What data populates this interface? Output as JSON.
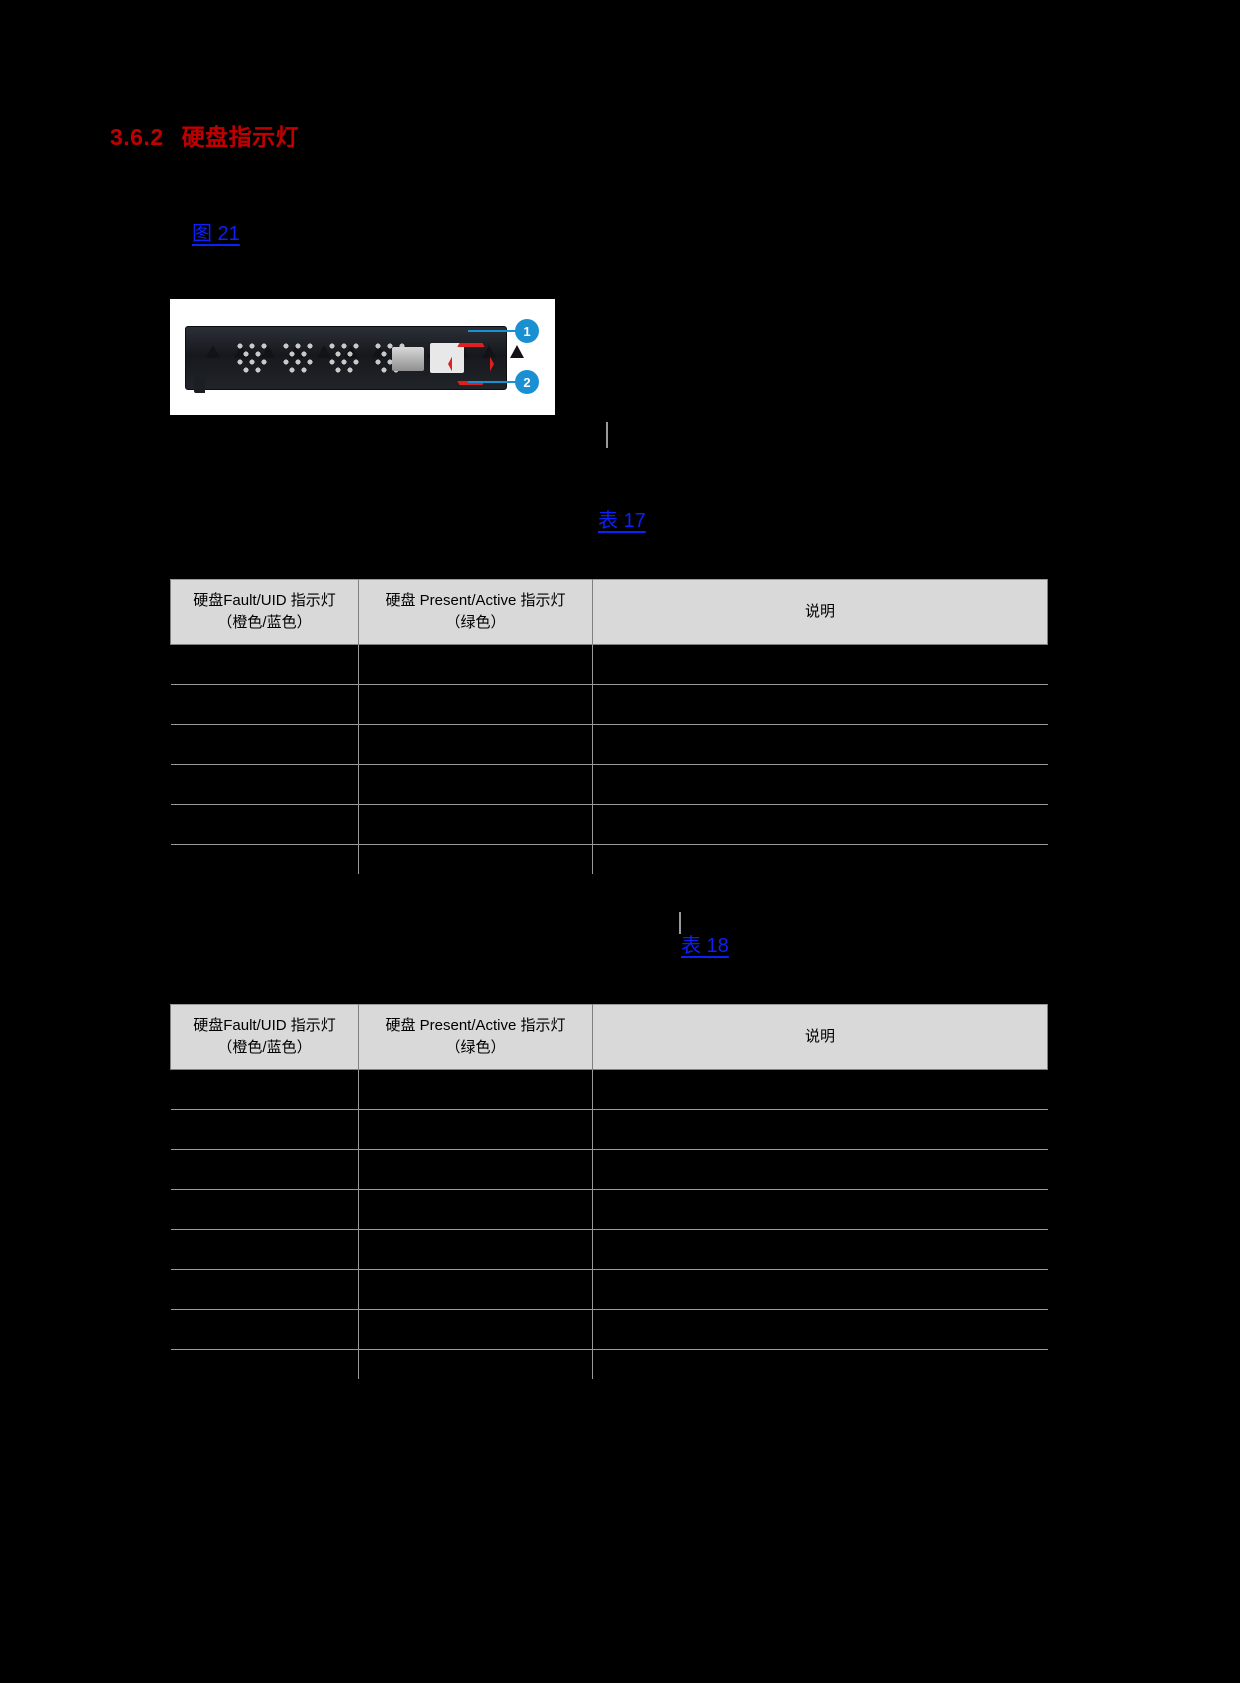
{
  "page": {
    "background_color": "#000000",
    "heading_color": "#c00000",
    "link_color": "#0b21f8",
    "table_header_bg": "#d9d9d9",
    "grid_line_color": "#9a9a9a",
    "callout_color": "#1a8fd1",
    "highlight_color": "#e02020"
  },
  "heading": {
    "number": "3.6.2",
    "title": "硬盘指示灯"
  },
  "figure": {
    "caption_link": "图 21",
    "callouts": [
      {
        "number": "1"
      },
      {
        "number": "2"
      }
    ]
  },
  "tables": [
    {
      "caption_link": "表 17",
      "columns": [
        {
          "line1": "硬盘Fault/UID 指示灯",
          "line2": "（橙色/蓝色）"
        },
        {
          "line1": "硬盘 Present/Active 指示灯",
          "line2": "（绿色）"
        },
        {
          "line1": "说明",
          "line2": ""
        }
      ],
      "rows": [
        [
          "",
          "",
          ""
        ],
        [
          "",
          "",
          ""
        ],
        [
          "",
          "",
          ""
        ],
        [
          "",
          "",
          ""
        ],
        [
          "",
          "",
          ""
        ],
        [
          "",
          "",
          ""
        ]
      ]
    },
    {
      "caption_link": "表 18",
      "columns": [
        {
          "line1": "硬盘Fault/UID 指示灯",
          "line2": "（橙色/蓝色）"
        },
        {
          "line1": "硬盘 Present/Active 指示灯",
          "line2": "（绿色）"
        },
        {
          "line1": "说明",
          "line2": ""
        }
      ],
      "rows": [
        [
          "",
          "",
          ""
        ],
        [
          "",
          "",
          ""
        ],
        [
          "",
          "",
          ""
        ],
        [
          "",
          "",
          ""
        ],
        [
          "",
          "",
          ""
        ],
        [
          "",
          "",
          ""
        ],
        [
          "",
          "",
          ""
        ],
        [
          "",
          "",
          ""
        ]
      ]
    }
  ]
}
